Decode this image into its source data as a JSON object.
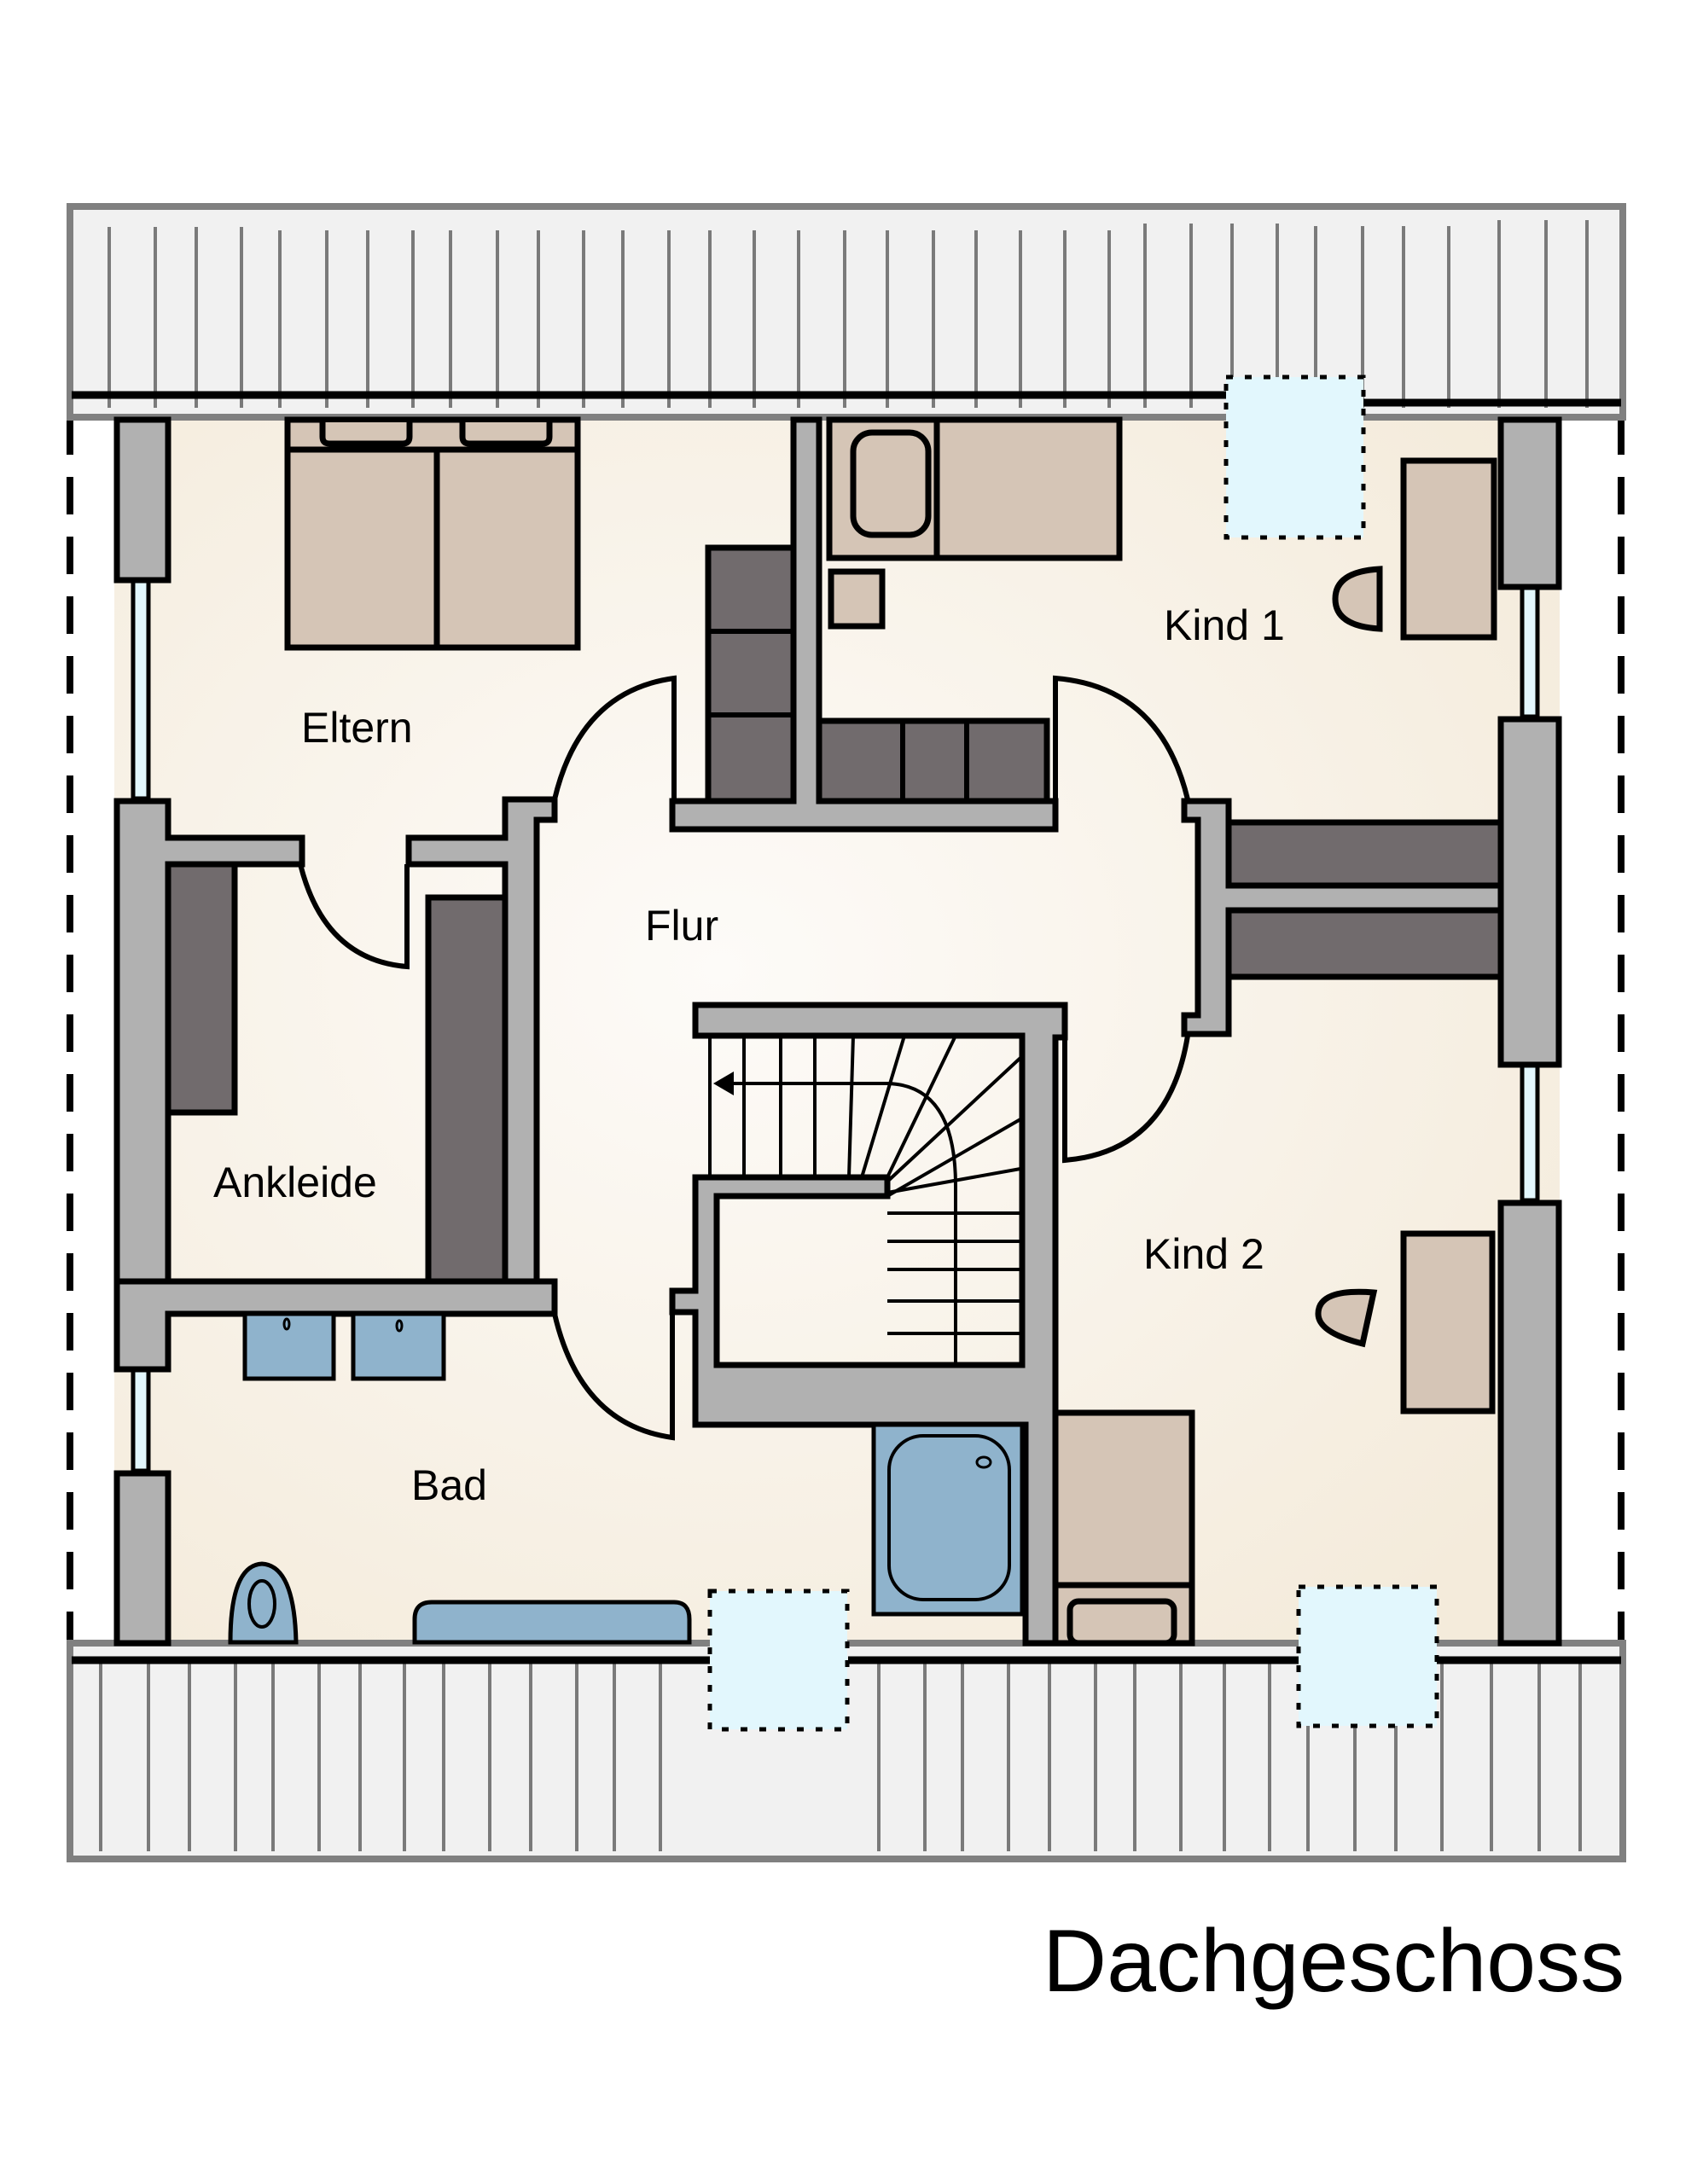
{
  "plan": {
    "title": "Dachgeschoss",
    "rooms": {
      "eltern": "Eltern",
      "ankleide": "Ankleide",
      "flur": "Flur",
      "kind1": "Kind 1",
      "kind2": "Kind 2",
      "bad": "Bad"
    },
    "colors": {
      "floor": "#f6efe3",
      "wall": "#b1b1b1",
      "furniture": "#d5c5b6",
      "wardrobe": "#716b6d",
      "sanitary": "#8fb3cc",
      "glass": "#e2f7fd",
      "roof": "#f1f1f1"
    }
  }
}
